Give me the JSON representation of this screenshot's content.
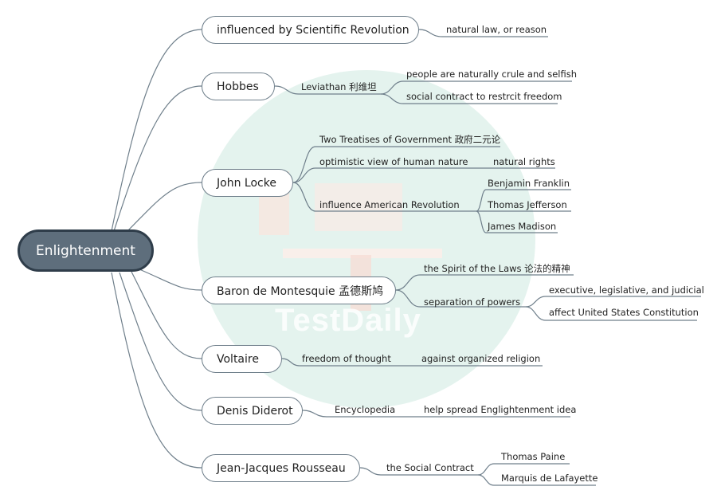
{
  "root": "Enlightenment",
  "watermark": "TestDaily",
  "topics": {
    "scientific": "influenced by Scientific Revolution",
    "hobbes": "Hobbes",
    "locke": "John Locke",
    "montesquieu": "Baron de Montesquie 孟德斯鸠",
    "voltaire": "Voltaire",
    "diderot": "Denis Diderot",
    "rousseau": "Jean-Jacques Rousseau"
  },
  "details": {
    "natural_law": "natural law, or reason",
    "leviathan": "Leviathan 利维坦",
    "crule": "people are naturally crule and selfish",
    "social_contract_hobbes": "social contract to restrcit freedom",
    "two_treatises": "Two Treatises of Government 政府二元论",
    "optimistic": "optimistic view of human nature",
    "natural_rights": "natural rights",
    "influence_american": "influence American Revolution",
    "franklin": "Benjamin Franklin",
    "jefferson": "Thomas Jefferson",
    "madison": "James Madison",
    "spirit_laws": "the Spirit of the Laws 论法的精神",
    "separation": "separation of powers",
    "branches": "executive, legislative, and judicial",
    "constitution": "affect United States Constitution",
    "freedom_thought": "freedom of thought",
    "organized_religion": "against organized religion",
    "encyclopedia": "Encyclopedia",
    "spread_idea": "help spread Englightenment idea",
    "social_contract": "the Social Contract",
    "paine": "Thomas Paine",
    "lafayette": "Marquis de Lafayette"
  },
  "colors": {
    "line": "#6f7f8b",
    "root_fill": "#5e6e7c",
    "root_border": "#2f3d4a",
    "watermark_teal": "#e4f3ee",
    "watermark_red": "#f6e2de"
  }
}
